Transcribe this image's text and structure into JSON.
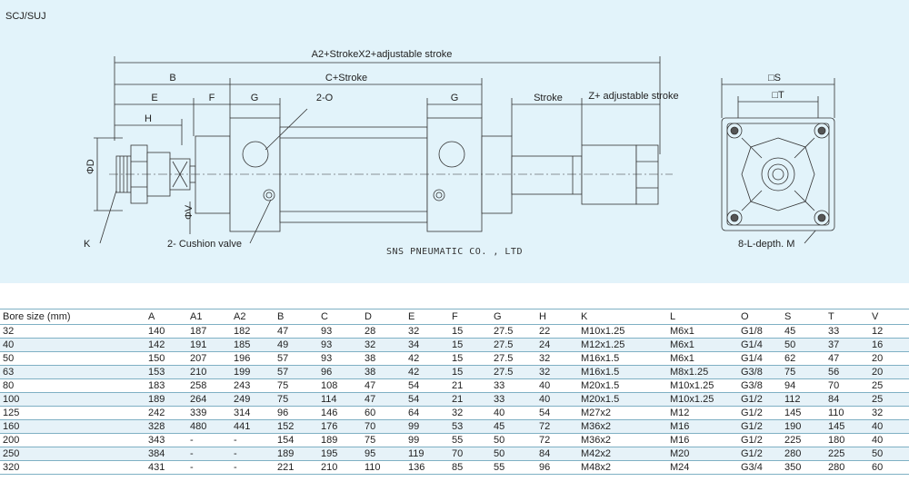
{
  "drawing": {
    "model": "SCJ/SUJ",
    "company": "SNS PNEUMATIC CO. , LTD",
    "labels": {
      "total": "A2+StrokeX2+adjustable stroke",
      "b": "B",
      "c_stroke": "C+Stroke",
      "e": "E",
      "f": "F",
      "g_left": "G",
      "port": "2-O",
      "g_right": "G",
      "stroke": "Stroke",
      "z_adj": "Z+ adjustable stroke",
      "h": "H",
      "phi_d": "ΦD",
      "phi_v": "ΦV",
      "k": "K",
      "cushion": "2- Cushion valve",
      "s": "□S",
      "t": "□T",
      "mount": "8-L-depth. M"
    }
  },
  "table": {
    "headers": [
      "Bore size (mm)",
      "A",
      "A1",
      "A2",
      "B",
      "C",
      "D",
      "E",
      "F",
      "G",
      "H",
      "K",
      "L",
      "O",
      "S",
      "T",
      "V"
    ],
    "rows": [
      [
        "32",
        "140",
        "187",
        "182",
        "47",
        "93",
        "28",
        "32",
        "15",
        "27.5",
        "22",
        "M10x1.25",
        "M6x1",
        "G1/8",
        "45",
        "33",
        "12"
      ],
      [
        "40",
        "142",
        "191",
        "185",
        "49",
        "93",
        "32",
        "34",
        "15",
        "27.5",
        "24",
        "M12x1.25",
        "M6x1",
        "G1/4",
        "50",
        "37",
        "16"
      ],
      [
        "50",
        "150",
        "207",
        "196",
        "57",
        "93",
        "38",
        "42",
        "15",
        "27.5",
        "32",
        "M16x1.5",
        "M6x1",
        "G1/4",
        "62",
        "47",
        "20"
      ],
      [
        "63",
        "153",
        "210",
        "199",
        "57",
        "96",
        "38",
        "42",
        "15",
        "27.5",
        "32",
        "M16x1.5",
        "M8x1.25",
        "G3/8",
        "75",
        "56",
        "20"
      ],
      [
        "80",
        "183",
        "258",
        "243",
        "75",
        "108",
        "47",
        "54",
        "21",
        "33",
        "40",
        "M20x1.5",
        "M10x1.25",
        "G3/8",
        "94",
        "70",
        "25"
      ],
      [
        "100",
        "189",
        "264",
        "249",
        "75",
        "114",
        "47",
        "54",
        "21",
        "33",
        "40",
        "M20x1.5",
        "M10x1.25",
        "G1/2",
        "112",
        "84",
        "25"
      ],
      [
        "125",
        "242",
        "339",
        "314",
        "96",
        "146",
        "60",
        "64",
        "32",
        "40",
        "54",
        "M27x2",
        "M12",
        "G1/2",
        "145",
        "110",
        "32"
      ],
      [
        "160",
        "328",
        "480",
        "441",
        "152",
        "176",
        "70",
        "99",
        "53",
        "45",
        "72",
        "M36x2",
        "M16",
        "G1/2",
        "190",
        "145",
        "40"
      ],
      [
        "200",
        "343",
        "-",
        "-",
        "154",
        "189",
        "75",
        "99",
        "55",
        "50",
        "72",
        "M36x2",
        "M16",
        "G1/2",
        "225",
        "180",
        "40"
      ],
      [
        "250",
        "384",
        "-",
        "-",
        "189",
        "195",
        "95",
        "119",
        "70",
        "50",
        "84",
        "M42x2",
        "M20",
        "G1/2",
        "280",
        "225",
        "50"
      ],
      [
        "320",
        "431",
        "-",
        "-",
        "221",
        "210",
        "110",
        "136",
        "85",
        "55",
        "96",
        "M48x2",
        "M24",
        "G3/4",
        "350",
        "280",
        "60"
      ]
    ]
  }
}
